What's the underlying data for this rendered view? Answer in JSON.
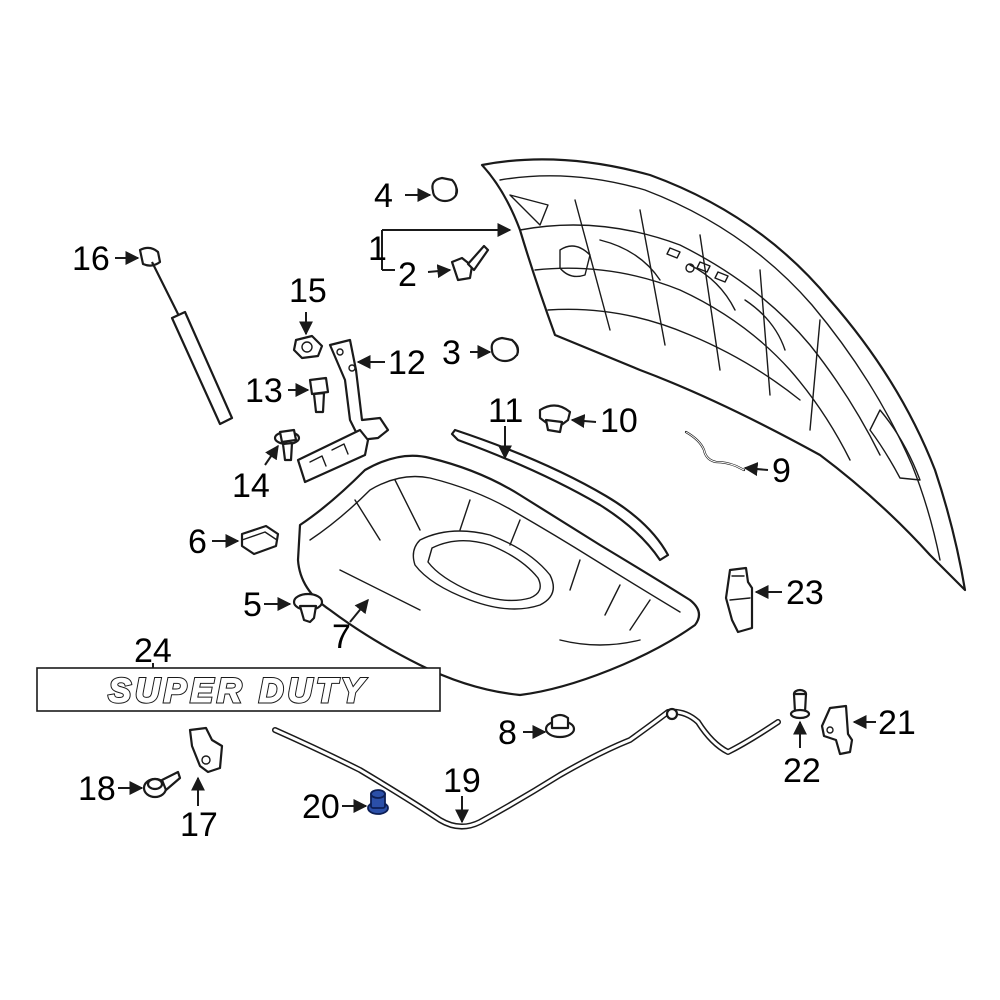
{
  "callouts": {
    "c1": "1",
    "c2": "2",
    "c3": "3",
    "c4": "4",
    "c5": "5",
    "c6": "6",
    "c7": "7",
    "c8": "8",
    "c9": "9",
    "c10": "10",
    "c11": "11",
    "c12": "12",
    "c13": "13",
    "c14": "14",
    "c15": "15",
    "c16": "16",
    "c17": "17",
    "c18": "18",
    "c19": "19",
    "c20": "20",
    "c21": "21",
    "c22": "22",
    "c23": "23",
    "c24": "24"
  },
  "emblem": {
    "text": "SUPER DUTY"
  },
  "colors": {
    "line": "#1a1a1a",
    "highlight": "#2b4fa8",
    "background": "#ffffff"
  },
  "highlighted_part": "20"
}
